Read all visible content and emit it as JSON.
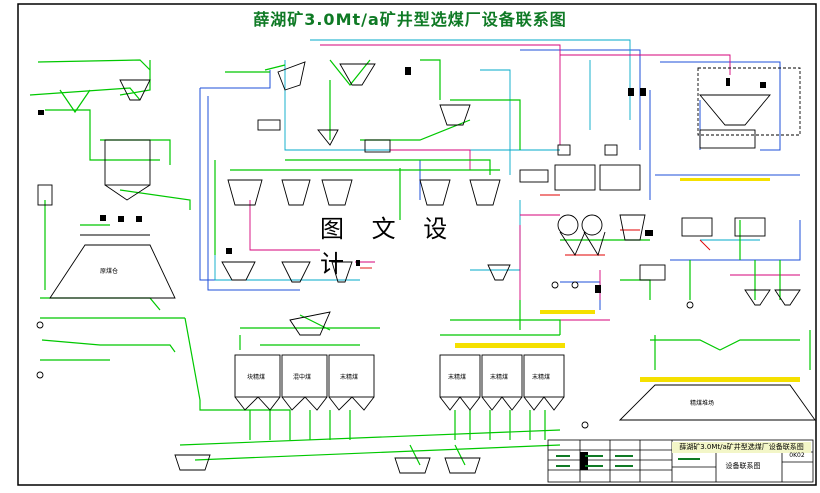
{
  "drawing": {
    "title": "薛湖矿3.0Mt/a矿井型选煤厂设备联系图",
    "center_text": "图 文 设 计",
    "title_block": {
      "header": "薛湖矿3.0Mt/a矿井型选煤厂设备联系图",
      "drawing_name": "设备联系图",
      "drawing_no": "0K02"
    },
    "bins": [
      {
        "label": "原煤仓"
      },
      {
        "label": "块精煤"
      },
      {
        "label": "混中煤"
      },
      {
        "label": "末精煤"
      },
      {
        "label": "末精煤"
      },
      {
        "label": "末精煤"
      },
      {
        "label": "末精煤"
      },
      {
        "label": "精煤堆场"
      }
    ]
  },
  "colors": {
    "frame": "#000000",
    "title": "#0f7a25",
    "coal": "#00c800",
    "water": "#1e4fd8",
    "medium": "#d6007a",
    "slime": "#00a8c8",
    "highlight": "#f5e000",
    "red": "#e00000"
  }
}
